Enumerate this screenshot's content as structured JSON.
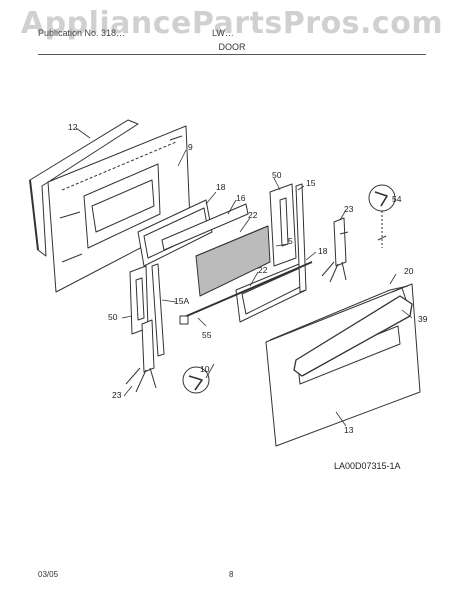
{
  "header": {
    "watermark": "AppliancePartsPros.com",
    "left_text": "Publication No. 318…",
    "right_text": "LW…",
    "section_title": "DOOR"
  },
  "diagram": {
    "figure_id": "LA00D07315-1A",
    "callouts": [
      "12",
      "9",
      "18",
      "16",
      "22",
      "50",
      "15",
      "23",
      "54",
      "5",
      "18",
      "22",
      "20",
      "15A",
      "39",
      "50",
      "55",
      "10",
      "23",
      "13"
    ]
  },
  "footer": {
    "date": "03/05",
    "page": "8"
  }
}
